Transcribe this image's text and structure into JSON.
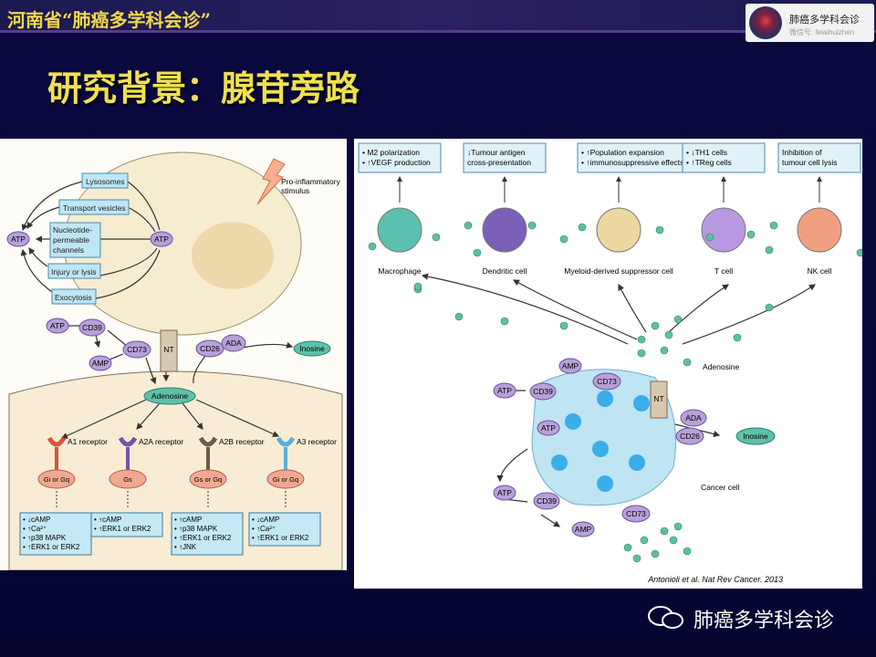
{
  "header": {
    "org_title": "河南省“肺癌多学科会诊”",
    "logo_name": "肺癌多学科会诊",
    "logo_wechat": "微信号: feiaihuizhen"
  },
  "slide": {
    "title": "研究背景：腺苷旁路",
    "footer": "肺癌多学科会诊"
  },
  "left_figure": {
    "release_routes": [
      "Lysosomes",
      "Transport vesicles",
      "Nucleotide-",
      "permeable",
      "channels",
      "Injury or lysis",
      "Exocytosis"
    ],
    "atp": "ATP",
    "stimulus": [
      "Pro-inflammatory",
      "stimulus"
    ],
    "enzymes": {
      "atp": "ATP",
      "cd39": "CD39",
      "amp": "AMP",
      "cd73": "CD73",
      "nt": "NT",
      "cd26": "CD26",
      "ada": "ADA",
      "inosine": "Inosine",
      "adenosine": "Adenosine"
    },
    "receptors": [
      {
        "name": "A1 receptor",
        "g": "Gi or Gq",
        "color": "#d9533a",
        "effects": [
          "• ↓cAMP",
          "• ↑Ca²⁺",
          "• ↑p38 MAPK",
          "• ↑ERK1 or ERK2"
        ]
      },
      {
        "name": "A2A receptor",
        "g": "Gs",
        "color": "#7a50a8",
        "effects": [
          "• ↑cAMP",
          "• ↑ERK1 or ERK2"
        ]
      },
      {
        "name": "A2B receptor",
        "g": "Gs or Gq",
        "color": "#6e5a44",
        "effects": [
          "• ↑cAMP",
          "• ↑p38 MAPK",
          "• ↑ERK1 or ERK2",
          "• ↑JNK"
        ]
      },
      {
        "name": "A3 receptor",
        "g": "Gi or Gq",
        "color": "#5ab0d8",
        "effects": [
          "• ↓cAMP",
          "• ↑Ca²⁺",
          "• ↑ERK1 or ERK2"
        ]
      }
    ]
  },
  "right_figure": {
    "cells": [
      {
        "name": "Macrophage",
        "effect": [
          "• M2 polarization",
          "• ↑VEGF production"
        ],
        "color": "#5ac0b0"
      },
      {
        "name": "Dendritic cell",
        "effect": [
          "↓Tumour antigen",
          "cross-presentation"
        ],
        "color": "#7a60b8"
      },
      {
        "name": "Myeloid-derived suppressor cell",
        "effect": [
          "• ↑Population expansion",
          "• ↑immunosuppressive effects"
        ],
        "color": "#ecd8a0"
      },
      {
        "name": "T cell",
        "effect": [
          "• ↓TH1 cells",
          "• ↑TReg cells"
        ],
        "color": "#b898e0"
      },
      {
        "name": "NK cell",
        "effect": [
          "Inhibition of",
          "tumour cell lysis"
        ],
        "color": "#f0a080"
      }
    ],
    "labels": {
      "adenosine": "Adenosine",
      "cancer_cell": "Cancer cell",
      "atp": "ATP",
      "cd39": "CD39",
      "amp": "AMP",
      "cd73": "CD73",
      "nt": "NT",
      "ada": "ADA",
      "cd26": "CD26",
      "inosine": "Inosine"
    },
    "citation": "Antonioli et al. Nat Rev Cancer. 2013"
  }
}
